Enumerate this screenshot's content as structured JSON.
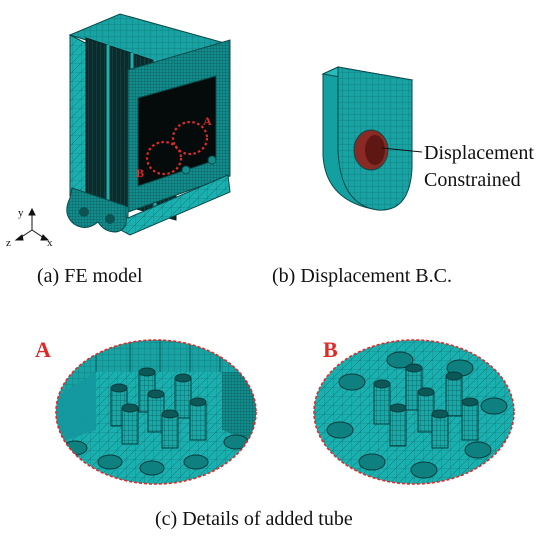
{
  "colors": {
    "mesh_fill": "#17a3a3",
    "mesh_dark": "#0b6e6e",
    "mesh_line": "#0a4a4a",
    "highlight_red": "#e02a2a",
    "constrained_fill": "#8a2a24"
  },
  "panel_a": {
    "caption": "(a) FE model",
    "tag_a": "A",
    "tag_b": "B",
    "axes": {
      "y": "y",
      "z": "z",
      "x": "x"
    }
  },
  "panel_b": {
    "caption": "(b) Displacement B.C.",
    "callout_line1": "Displacement",
    "callout_line2": "Constrained"
  },
  "panel_c": {
    "caption": "(c) Details of added tube",
    "tag_a": "A",
    "tag_b": "B"
  }
}
